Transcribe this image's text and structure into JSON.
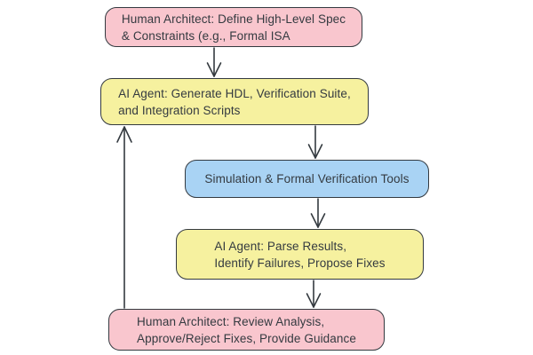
{
  "diagram": {
    "type": "flowchart",
    "background": "#ffffff",
    "stroke_color": "#343a40",
    "text_color": "#343a40",
    "nodes": [
      {
        "id": "human-spec",
        "shape": "rounded-rectangle",
        "fill": "#f9c6ce",
        "border": "#343a40",
        "lines": [
          "Human Architect: Define High-Level Spec",
          "& Constraints (e.g., Formal ISA"
        ]
      },
      {
        "id": "ai-generate",
        "shape": "rounded-rectangle",
        "fill": "#f6f19f",
        "border": "#343a40",
        "lines": [
          "AI Agent: Generate HDL, Verification Suite,",
          "and Integration Scripts"
        ]
      },
      {
        "id": "sim-tools",
        "shape": "rounded-rectangle",
        "fill": "#a9d3f4",
        "border": "#343a40",
        "lines": [
          "Simulation & Formal Verification Tools"
        ]
      },
      {
        "id": "ai-parse",
        "shape": "rounded-rectangle",
        "fill": "#f6f19f",
        "border": "#343a40",
        "lines": [
          "AI Agent: Parse Results,",
          "Identify Failures, Propose Fixes"
        ]
      },
      {
        "id": "human-review",
        "shape": "rounded-rectangle",
        "fill": "#f9c6ce",
        "border": "#343a40",
        "lines": [
          "Human Architect: Review Analysis,",
          "Approve/Reject Fixes, Provide Guidance"
        ]
      }
    ],
    "edges": [
      {
        "from": "human-spec",
        "to": "ai-generate",
        "direction": "down"
      },
      {
        "from": "ai-generate",
        "to": "sim-tools",
        "direction": "down"
      },
      {
        "from": "sim-tools",
        "to": "ai-parse",
        "direction": "down"
      },
      {
        "from": "ai-parse",
        "to": "human-review",
        "direction": "down"
      },
      {
        "from": "human-review",
        "to": "ai-generate",
        "direction": "up"
      }
    ]
  }
}
